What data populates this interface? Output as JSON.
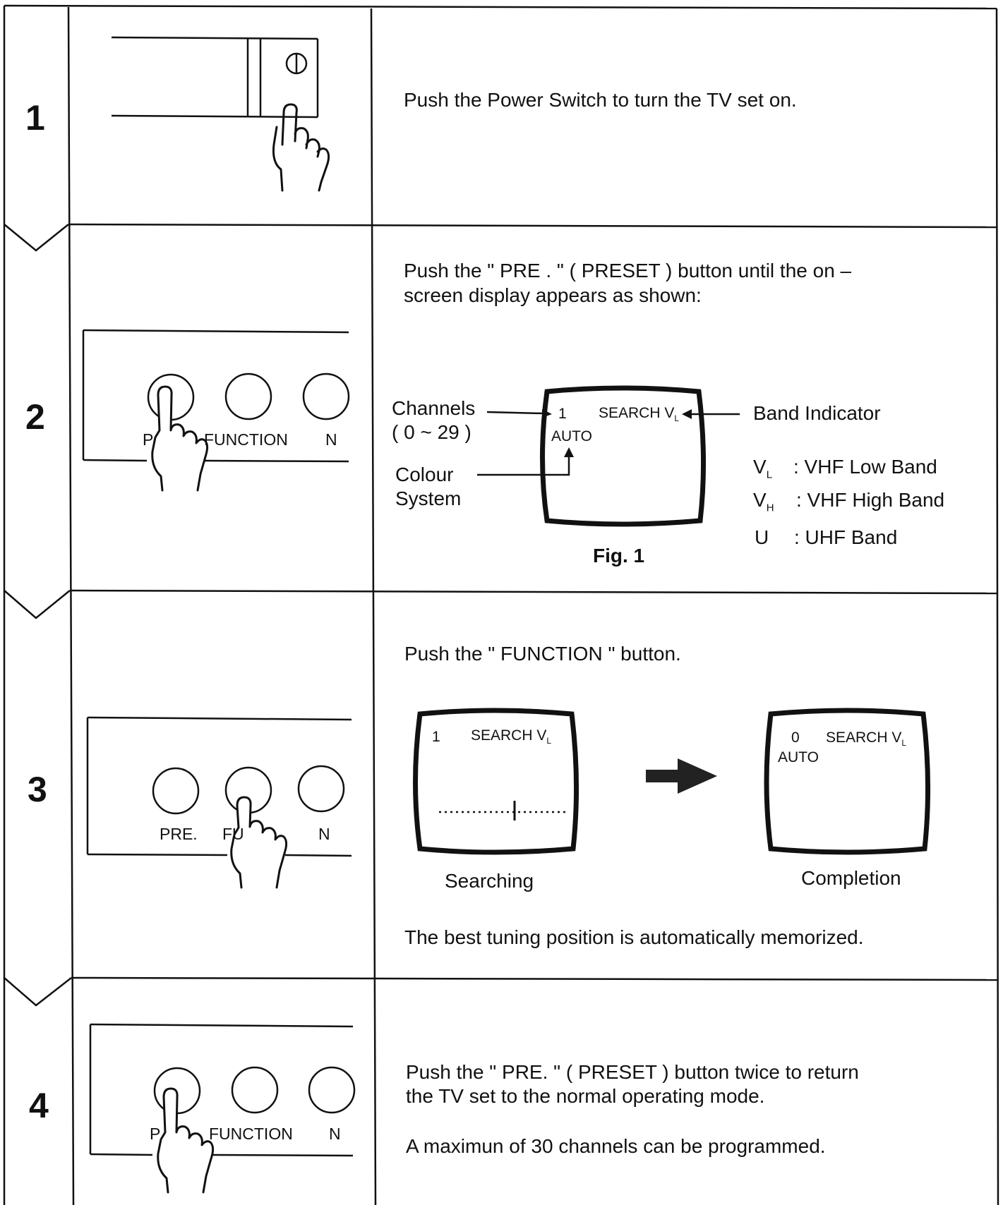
{
  "steps": [
    {
      "number": "1",
      "text": "Push the Power Switch to turn the TV set on."
    },
    {
      "number": "2",
      "text_line1": "Push the \" PRE . \" ( PRESET ) button until the on  –",
      "text_line2": "screen display appears as shown:",
      "panel_labels": {
        "left": "P",
        "function": "FUNCTION",
        "right": "N"
      },
      "figure": {
        "channels_label": "Channels",
        "channels_range": "( 0 ~ 29 )",
        "colour_label_line1": "Colour",
        "colour_label_line2": "System",
        "screen_channel": "1",
        "screen_search": "SEARCH  V",
        "screen_band_sub": "L",
        "screen_auto": "AUTO",
        "band_indicator_label": "Band Indicator",
        "caption": "Fig. 1",
        "bands": [
          {
            "code": "V",
            "sub": "L",
            "desc": ": VHF Low Band"
          },
          {
            "code": "V",
            "sub": "H",
            "desc": ": VHF High Band"
          },
          {
            "code": "U",
            "sub": "",
            "desc": ": UHF Band"
          }
        ]
      }
    },
    {
      "number": "3",
      "text": "Push the \" FUNCTION \"  button.",
      "panel_labels": {
        "left": "PRE.",
        "function": "FU",
        "right": "N"
      },
      "searching_screen": {
        "channel": "1",
        "search": "SEARCH  V",
        "sub": "L",
        "caption": "Searching"
      },
      "completion_screen": {
        "channel": "0",
        "search": "SEARCH  V",
        "sub": "L",
        "auto": "AUTO",
        "caption": "Completion"
      },
      "note": "The best tuning position is automatically memorized."
    },
    {
      "number": "4",
      "text_line1": "Push the \" PRE. \" ( PRESET ) button twice to return",
      "text_line2": "the TV set to the normal operating mode.",
      "note": "A maximun of 30 channels can be programmed.",
      "panel_labels": {
        "left": "P",
        "function": "FUNCTION",
        "right": "N"
      }
    }
  ]
}
